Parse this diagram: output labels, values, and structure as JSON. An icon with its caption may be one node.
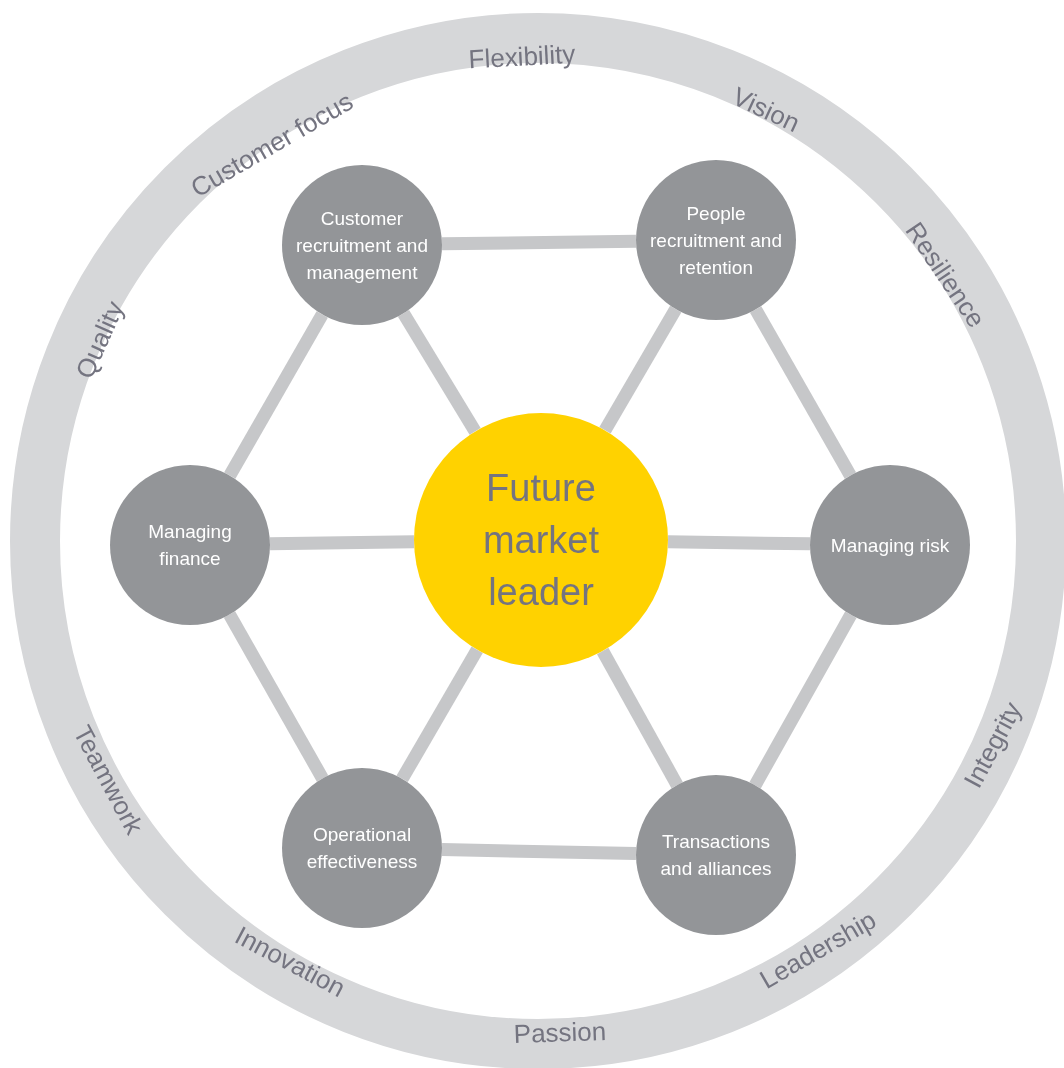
{
  "diagram": {
    "nodes": [
      {
        "text": [
          "Future market leader"
        ]
      },
      {
        "text": [
          "Customer recruitment and management"
        ]
      },
      {
        "text": [
          "People recruitment and retention"
        ]
      },
      {
        "text": [
          "Managing finance"
        ]
      },
      {
        "text": [
          "Managing risk"
        ]
      },
      {
        "text": [
          "Operational effectiveness"
        ]
      },
      {
        "text": [
          "Transactions and alliances"
        ]
      }
    ],
    "edges": [
      {
        "from": 1,
        "to": 2,
        "arrow": "none"
      },
      {
        "from": 2,
        "to": 4,
        "arrow": "none"
      },
      {
        "from": 4,
        "to": 6,
        "arrow": "none"
      },
      {
        "from": 6,
        "to": 5,
        "arrow": "none"
      },
      {
        "from": 5,
        "to": 3,
        "arrow": "none"
      },
      {
        "from": 3,
        "to": 1,
        "arrow": "none"
      },
      {
        "from": 0,
        "to": 1,
        "arrow": "none"
      },
      {
        "from": 0,
        "to": 2,
        "arrow": "none"
      },
      {
        "from": 0,
        "to": 3,
        "arrow": "none"
      },
      {
        "from": 0,
        "to": 4,
        "arrow": "none"
      },
      {
        "from": 0,
        "to": 5,
        "arrow": "none"
      },
      {
        "from": 0,
        "to": 6,
        "arrow": "none"
      }
    ],
    "labels": [
      "Flexibility",
      "Customer focus",
      "Vision",
      "Quality",
      "Resilience",
      "Teamwork",
      "Integrity",
      "Innovation",
      "Leadership",
      "Passion"
    ]
  }
}
